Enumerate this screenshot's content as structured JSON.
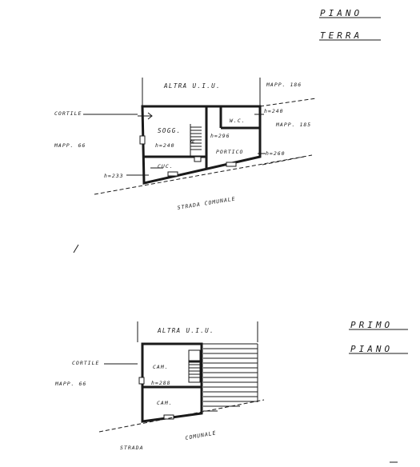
{
  "ground_floor": {
    "title_line1": "PIANO",
    "title_line2": "TERRA",
    "neighbor_top": "ALTRA U.I.U.",
    "mapp_top": "MAPP. 186",
    "mapp_right": "MAPP. 185",
    "cortile": "CORTILE",
    "mapp_left": "MAPP. 66",
    "room_sogg": "SOGG.",
    "h_sogg": "h=240",
    "room_wc": "W.C.",
    "h_wc": "h=240",
    "h_stair": "h=296",
    "room_portico": "PORTICO",
    "h_portico": "h=260",
    "room_cuc": "CUC.",
    "h_cuc": "h=233",
    "stair_label": "R",
    "street": "STRADA COMUNALE"
  },
  "first_floor": {
    "title_line1": "PRIMO",
    "title_line2": "PIANO",
    "neighbor_top": "ALTRA U.I.U.",
    "cortile": "CORTILE",
    "mapp_left": "MAPP. 66",
    "room_cam1": "CAM.",
    "h_cam": "h=288",
    "room_cam2": "CAM.",
    "street": "STRADA COMUNALE"
  }
}
